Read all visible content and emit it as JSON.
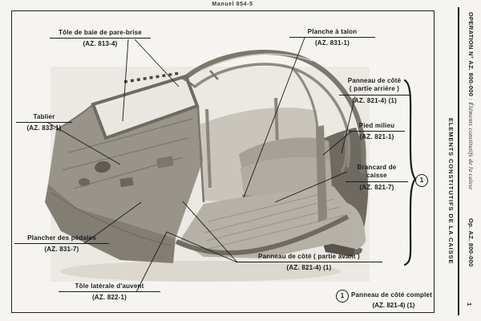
{
  "page": {
    "header": "Manuel 854-5",
    "page_number": "1"
  },
  "margin": {
    "operation_bold": "OPERATION N° AZ. 800-000",
    "operation_italic": " : Éléments constitutifs de la caisse",
    "band_title": "ELEMENTS CONSTITUTIFS DE LA CAISSE",
    "op_ref": "Op. AZ. 800-000"
  },
  "labels": {
    "tole_baie": {
      "title": "Tôle de baie de pare-brise",
      "code": "(AZ. 813-4)"
    },
    "planche_talon": {
      "title": "Planche à talon",
      "code": "(AZ. 831-1)"
    },
    "tablier": {
      "title": "Tablier",
      "code": "(AZ. 833-1)"
    },
    "panneau_arriere": {
      "title": "Panneau de côté",
      "subtitle": "( partie arrière )",
      "code": "(AZ. 821-4) (1)"
    },
    "pied_milieu": {
      "title": "Pied milieu",
      "code": "(AZ. 821-1)"
    },
    "brancard": {
      "title": "Brancard de caisse",
      "code": "(AZ. 821-7)"
    },
    "plancher_pedales": {
      "title": "Plancher des pédales",
      "code": "(AZ. 831-7)"
    },
    "panneau_avant": {
      "title": "Panneau de côté ( partie avant )",
      "code": "(AZ. 821-4) (1)"
    },
    "tole_laterale": {
      "title": "Tôle latérale d'auvent",
      "code": "(AZ. 822-1)"
    }
  },
  "group_ref": {
    "number": "1"
  },
  "footnote": {
    "number": "1",
    "text": "Panneau de côté complet",
    "code": "(AZ. 821-4) (1)"
  },
  "colors": {
    "paper": "#f5f4f0",
    "ink": "#1b1b1b",
    "photo_background": "#ebe9e3"
  }
}
